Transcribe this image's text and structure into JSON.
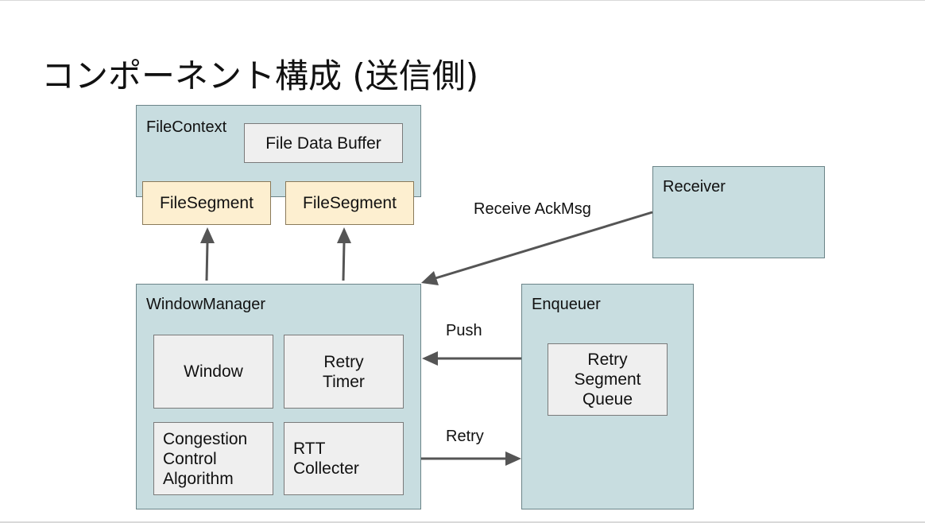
{
  "title": "コンポーネント構成 (送信側)",
  "components": {
    "file_context": "FileContext",
    "file_data_buffer": "File Data Buffer",
    "file_segment_1": "FileSegment",
    "file_segment_2": "FileSegment",
    "receiver": "Receiver",
    "window_manager": "WindowManager",
    "window": "Window",
    "retry_timer": "Retry\nTimer",
    "congestion_control": "Congestion\nControl\nAlgorithm",
    "rtt_collecter": "RTT\nCollecter",
    "enqueuer": "Enqueuer",
    "retry_segment_queue": "Retry\nSegment\nQueue"
  },
  "flows": {
    "receive_ackmsg": "Receive AckMsg",
    "push": "Push",
    "retry": "Retry"
  },
  "colors": {
    "component_fill": "#c8dde0",
    "inner_fill": "#efefef",
    "segment_fill": "#fdefd0",
    "arrow": "#555555"
  }
}
